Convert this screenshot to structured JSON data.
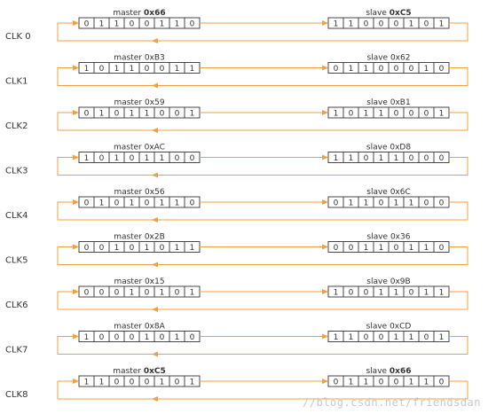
{
  "colors": {
    "arrow": "#f0a040",
    "box_border": "#333333",
    "text": "#333333",
    "watermark": "#c8c8c8"
  },
  "watermark": "//blog.csdn.net/friendsdan",
  "rows": [
    {
      "clk": "CLK 0",
      "master_prefix": "master ",
      "master_hex": "0x66",
      "master_bold": true,
      "master_bits": [
        "0",
        "1",
        "1",
        "0",
        "0",
        "1",
        "1",
        "0"
      ],
      "slave_prefix": "slave ",
      "slave_hex": "0xC5",
      "slave_bold": true,
      "slave_bits": [
        "1",
        "1",
        "0",
        "0",
        "0",
        "1",
        "0",
        "1"
      ]
    },
    {
      "clk": "CLK1",
      "master_prefix": "master ",
      "master_hex": "0xB3",
      "master_bold": false,
      "master_bits": [
        "1",
        "0",
        "1",
        "1",
        "0",
        "0",
        "1",
        "1"
      ],
      "slave_prefix": "slave ",
      "slave_hex": "0x62",
      "slave_bold": false,
      "slave_bits": [
        "0",
        "1",
        "1",
        "0",
        "0",
        "0",
        "1",
        "0"
      ]
    },
    {
      "clk": "CLK2",
      "master_prefix": "master ",
      "master_hex": "0x59",
      "master_bold": false,
      "master_bits": [
        "0",
        "1",
        "0",
        "1",
        "1",
        "0",
        "0",
        "1"
      ],
      "slave_prefix": "slave ",
      "slave_hex": "0xB1",
      "slave_bold": false,
      "slave_bits": [
        "1",
        "0",
        "1",
        "1",
        "0",
        "0",
        "0",
        "1"
      ]
    },
    {
      "clk": "CLK3",
      "master_prefix": "master ",
      "master_hex": "0xAC",
      "master_bold": false,
      "master_bits": [
        "1",
        "0",
        "1",
        "0",
        "1",
        "1",
        "0",
        "0"
      ],
      "slave_prefix": "slave ",
      "slave_hex": "0xD8",
      "slave_bold": false,
      "slave_bits": [
        "1",
        "1",
        "0",
        "1",
        "1",
        "0",
        "0",
        "0"
      ]
    },
    {
      "clk": "CLK4",
      "master_prefix": "master ",
      "master_hex": "0x56",
      "master_bold": false,
      "master_bits": [
        "0",
        "1",
        "0",
        "1",
        "0",
        "1",
        "1",
        "0"
      ],
      "slave_prefix": "slave ",
      "slave_hex": "0x6C",
      "slave_bold": false,
      "slave_bits": [
        "0",
        "1",
        "1",
        "0",
        "1",
        "1",
        "0",
        "0"
      ]
    },
    {
      "clk": "CLK5",
      "master_prefix": "master ",
      "master_hex": "0x2B",
      "master_bold": false,
      "master_bits": [
        "0",
        "0",
        "1",
        "0",
        "1",
        "0",
        "1",
        "1"
      ],
      "slave_prefix": "slave ",
      "slave_hex": "0x36",
      "slave_bold": false,
      "slave_bits": [
        "0",
        "0",
        "1",
        "1",
        "0",
        "1",
        "1",
        "0"
      ]
    },
    {
      "clk": "CLK6",
      "master_prefix": "master ",
      "master_hex": "0x15",
      "master_bold": false,
      "master_bits": [
        "0",
        "0",
        "0",
        "1",
        "0",
        "1",
        "0",
        "1"
      ],
      "slave_prefix": "slave ",
      "slave_hex": "0x9B",
      "slave_bold": false,
      "slave_bits": [
        "1",
        "0",
        "0",
        "1",
        "1",
        "0",
        "1",
        "1"
      ]
    },
    {
      "clk": "CLK7",
      "master_prefix": "master ",
      "master_hex": "0x8A",
      "master_bold": false,
      "master_bits": [
        "1",
        "0",
        "0",
        "0",
        "1",
        "0",
        "1",
        "0"
      ],
      "slave_prefix": "slave ",
      "slave_hex": "0xCD",
      "slave_bold": false,
      "slave_bits": [
        "1",
        "1",
        "0",
        "0",
        "1",
        "1",
        "0",
        "1"
      ]
    },
    {
      "clk": "CLK8",
      "master_prefix": "master ",
      "master_hex": "0xC5",
      "master_bold": true,
      "master_bits": [
        "1",
        "1",
        "0",
        "0",
        "0",
        "1",
        "0",
        "1"
      ],
      "slave_prefix": "slave ",
      "slave_hex": "0x66",
      "slave_bold": true,
      "slave_bits": [
        "0",
        "1",
        "1",
        "0",
        "0",
        "1",
        "1",
        "0"
      ]
    }
  ]
}
